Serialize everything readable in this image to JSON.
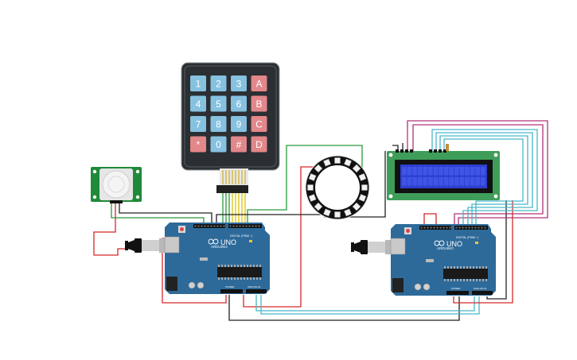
{
  "keypad": {
    "keys": [
      {
        "label": "1",
        "kind": "digit"
      },
      {
        "label": "2",
        "kind": "digit"
      },
      {
        "label": "3",
        "kind": "digit"
      },
      {
        "label": "A",
        "kind": "letter"
      },
      {
        "label": "4",
        "kind": "digit"
      },
      {
        "label": "5",
        "kind": "digit"
      },
      {
        "label": "6",
        "kind": "digit"
      },
      {
        "label": "B",
        "kind": "letter"
      },
      {
        "label": "7",
        "kind": "digit"
      },
      {
        "label": "8",
        "kind": "digit"
      },
      {
        "label": "9",
        "kind": "digit"
      },
      {
        "label": "C",
        "kind": "letter"
      },
      {
        "label": "*",
        "kind": "letter"
      },
      {
        "label": "0",
        "kind": "digit"
      },
      {
        "label": "#",
        "kind": "letter"
      },
      {
        "label": "D",
        "kind": "letter"
      }
    ]
  },
  "arduino_left": {
    "brand": "ARDUINO",
    "model": "UNO",
    "header_text": "DIGITAL (PWM ~)",
    "power_text": "POWER",
    "analog_text": "ANALOG IN"
  },
  "arduino_right": {
    "brand": "ARDUINO",
    "model": "UNO",
    "header_text": "DIGITAL (PWM ~)",
    "power_text": "POWER",
    "analog_text": "ANALOG IN"
  },
  "neopixel_ring": {
    "led_count": 16
  },
  "lcd": {
    "rows": 2,
    "cols": 16
  },
  "colors": {
    "board_blue": "#2d6a9a",
    "keypad_body": "#2b2f33",
    "key_digit": "#86c1e0",
    "key_letter": "#e2878a",
    "pir_green": "#1f8a3a",
    "lcd_green": "#3f9d5a",
    "lcd_screen": "#2f3fd0",
    "wire_red": "#d62828",
    "wire_black": "#222222",
    "wire_green": "#2a9a3a",
    "wire_teal": "#49b6c9",
    "wire_magenta": "#b0337a",
    "wire_yellow": "#e0c400"
  }
}
